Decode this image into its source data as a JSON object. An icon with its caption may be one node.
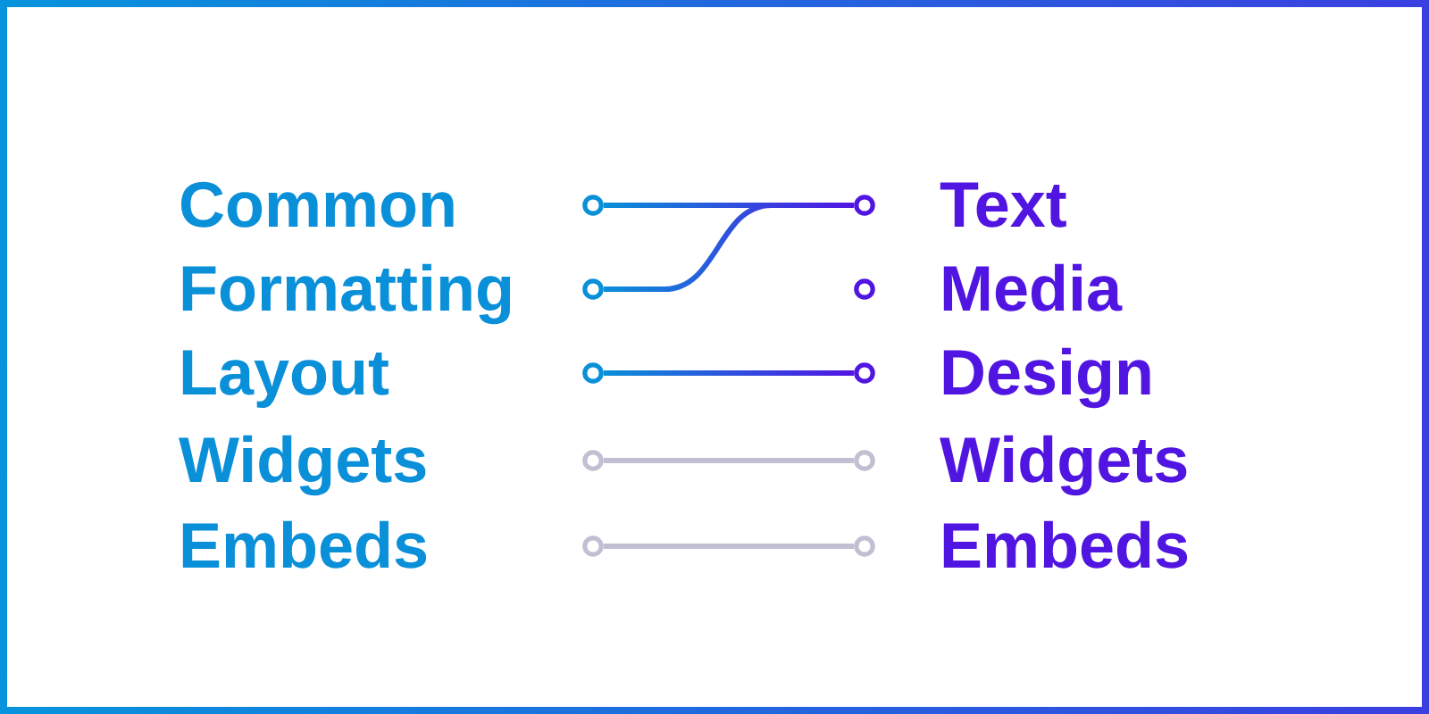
{
  "diagram": {
    "nodes": [
      {
        "text": [
          "Common"
        ]
      },
      {
        "text": [
          "Formatting"
        ]
      },
      {
        "text": [
          "Layout"
        ]
      },
      {
        "text": [
          "Widgets"
        ]
      },
      {
        "text": [
          "Embeds"
        ]
      },
      {
        "text": [
          "Text"
        ]
      },
      {
        "text": [
          "Media"
        ]
      },
      {
        "text": [
          "Design"
        ]
      },
      {
        "text": [
          "Widgets"
        ]
      },
      {
        "text": [
          "Embeds"
        ]
      }
    ],
    "edges": [
      {
        "from": 0,
        "to": 5,
        "arrow": "none"
      },
      {
        "from": 1,
        "to": 5,
        "arrow": "none"
      },
      {
        "from": 2,
        "to": 7,
        "arrow": "none"
      },
      {
        "from": 3,
        "to": 8,
        "arrow": "none",
        "color": "#c3bed2"
      },
      {
        "from": 4,
        "to": 9,
        "arrow": "none",
        "color": "#c3bed2"
      }
    ]
  }
}
